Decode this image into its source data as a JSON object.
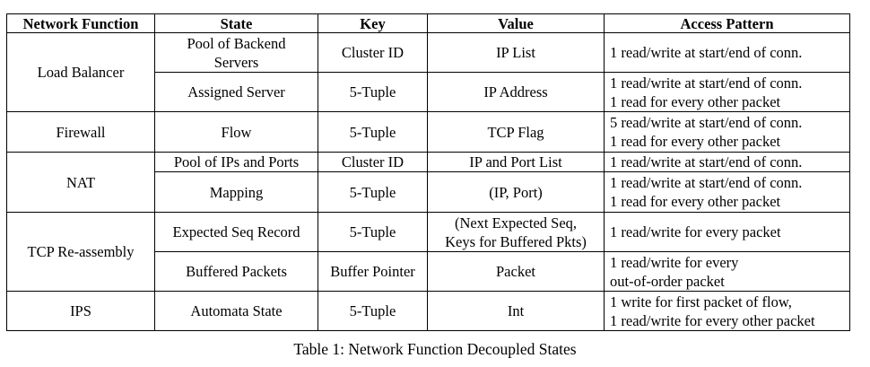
{
  "table": {
    "headers": [
      "Network Function",
      "State",
      "Key",
      "Value",
      "Access Pattern"
    ],
    "groups": [
      {
        "function": "Load Balancer",
        "rows": [
          {
            "state": [
              "Pool of Backend",
              "Servers"
            ],
            "key": "Cluster ID",
            "value": [
              "IP List"
            ],
            "access": [
              "1 read/write at start/end of conn."
            ]
          },
          {
            "state": [
              "Assigned Server"
            ],
            "key": "5-Tuple",
            "value": [
              "IP Address"
            ],
            "access": [
              "1 read/write at start/end of conn.",
              "1 read for every other packet"
            ]
          }
        ]
      },
      {
        "function": "Firewall",
        "rows": [
          {
            "state": [
              "Flow"
            ],
            "key": "5-Tuple",
            "value": [
              "TCP Flag"
            ],
            "access": [
              "5 read/write at start/end of conn.",
              "1 read for every other packet"
            ]
          }
        ]
      },
      {
        "function": "NAT",
        "rows": [
          {
            "state": [
              "Pool of IPs and Ports"
            ],
            "key": "Cluster ID",
            "value": [
              "IP and Port List"
            ],
            "access": [
              "1 read/write at start/end of conn."
            ]
          },
          {
            "state": [
              "Mapping"
            ],
            "key": "5-Tuple",
            "value": [
              "(IP, Port)"
            ],
            "access": [
              "1 read/write at start/end of conn.",
              "1 read for every other packet"
            ]
          }
        ]
      },
      {
        "function": "TCP Re-assembly",
        "rows": [
          {
            "state": [
              "Expected Seq Record"
            ],
            "key": "5-Tuple",
            "value": [
              "(Next Expected Seq,",
              "Keys for Buffered Pkts)"
            ],
            "access": [
              "1 read/write for every packet"
            ]
          },
          {
            "state": [
              "Buffered Packets"
            ],
            "key": "Buffer Pointer",
            "value": [
              "Packet"
            ],
            "access": [
              "1 read/write for every",
              "out-of-order packet"
            ]
          }
        ]
      },
      {
        "function": "IPS",
        "rows": [
          {
            "state": [
              "Automata State"
            ],
            "key": "5-Tuple",
            "value": [
              "Int"
            ],
            "access": [
              "1 write for first packet of flow,",
              "1 read/write for every other packet"
            ]
          }
        ]
      }
    ]
  },
  "caption": "Table 1: Network Function Decoupled States"
}
